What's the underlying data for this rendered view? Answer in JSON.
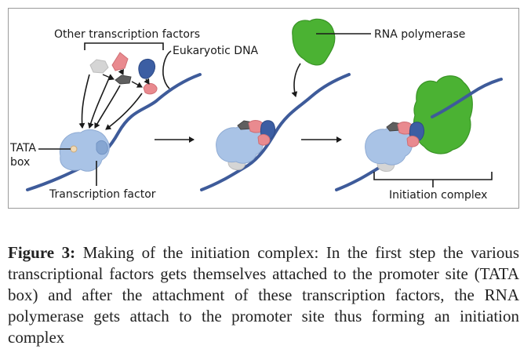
{
  "diagram": {
    "labels": {
      "other_tf": "Other transcription factors",
      "dna": "Eukaryotic DNA",
      "rna_pol": "RNA polymerase",
      "tata_line1": "TATA",
      "tata_line2": "box",
      "tf": "Transcription factor",
      "init": "Initiation complex"
    },
    "colors": {
      "dna": "#3e5b9a",
      "tf_blue": "#a9c3e6",
      "tf_blue_dark": "#86a6d2",
      "factor_gray": "#d5d5d5",
      "factor_pink": "#e98a8f",
      "factor_dark": "#5f5f5f",
      "factor_navy": "#3c5ea3",
      "factor_tan": "#f2d9b3",
      "rna_pol": "#4bb233",
      "rna_pol_edge": "#3a9427"
    }
  },
  "caption": {
    "label": "Figure 3:",
    "text": " Making of the initiation complex: In the first step the various transcriptional factors gets themselves attached to the promoter site (TATA box) and after the attachment of these transcription factors, the RNA polymerase gets attach to the promoter site thus forming an initiation complex"
  }
}
